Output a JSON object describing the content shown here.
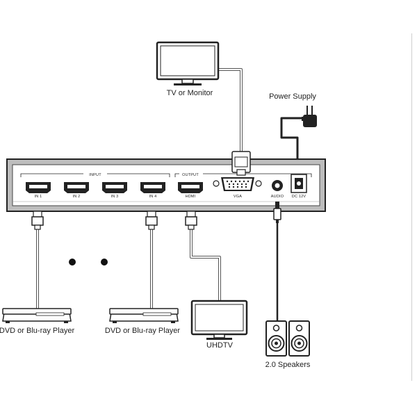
{
  "devices": {
    "tv_monitor": "TV or Monitor",
    "power_supply": "Power Supply",
    "dvd_player_left": "DVD or Blu-ray Player",
    "dvd_player_right": "DVD or Blu-ray Player",
    "uhdtv": "UHDTV",
    "speakers": "2.0 Speakers"
  },
  "panel": {
    "input_group": "INPUT",
    "output_group": "OUTPUT",
    "ports": {
      "in1": "IN 1",
      "in2": "IN 2",
      "in3": "IN 3",
      "in4": "IN 4",
      "hdmi": "HDMI",
      "vga": "VGA",
      "audio": "AUDIO",
      "dc": "DC 12V"
    }
  }
}
